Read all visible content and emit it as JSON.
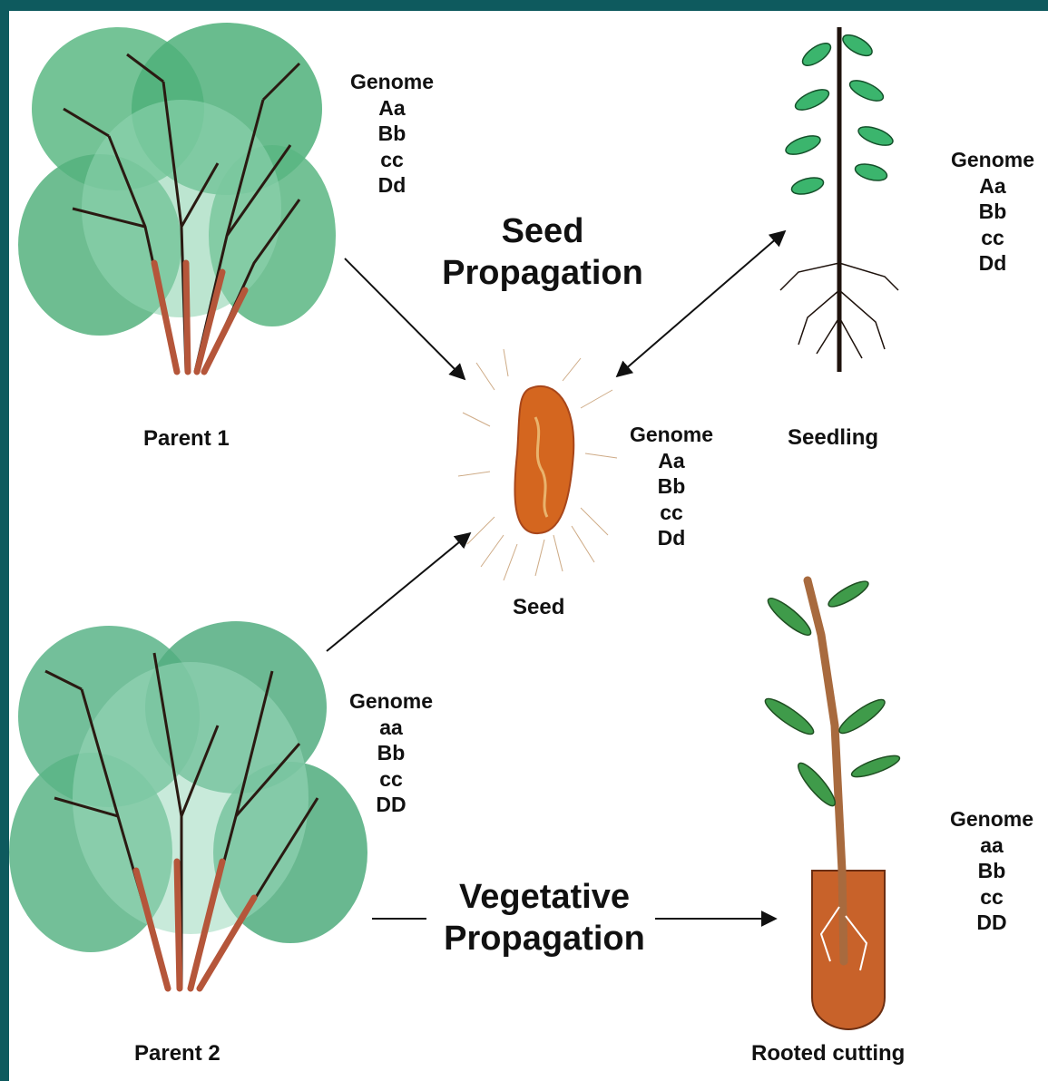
{
  "labels": {
    "parent1": "Parent 1",
    "parent2": "Parent 2",
    "seed": "Seed",
    "seedling": "Seedling",
    "rooted_cutting": "Rooted cutting"
  },
  "titles": {
    "seed_propagation": [
      "Seed",
      "Propagation"
    ],
    "vegetative_propagation": [
      "Vegetative",
      "Propagation"
    ]
  },
  "genomes": {
    "parent1": {
      "heading": "Genome",
      "alleles": [
        "Aa",
        "Bb",
        "cc",
        "Dd"
      ]
    },
    "seed": {
      "heading": "Genome",
      "alleles": [
        "Aa",
        "Bb",
        "cc",
        "Dd"
      ]
    },
    "seedling": {
      "heading": "Genome",
      "alleles": [
        "Aa",
        "Bb",
        "cc",
        "Dd"
      ]
    },
    "parent2": {
      "heading": "Genome",
      "alleles": [
        "aa",
        "Bb",
        "cc",
        "DD"
      ]
    },
    "rooted_cutting": {
      "heading": "Genome",
      "alleles": [
        "aa",
        "Bb",
        "cc",
        "DD"
      ]
    }
  },
  "colors": {
    "background_border": "#0e5a5e",
    "foliage": "#4fb07a",
    "foliage_light": "#8fd4b0",
    "trunk": "#b5563a",
    "seed": "#d4661f",
    "pot": "#c8622a"
  }
}
